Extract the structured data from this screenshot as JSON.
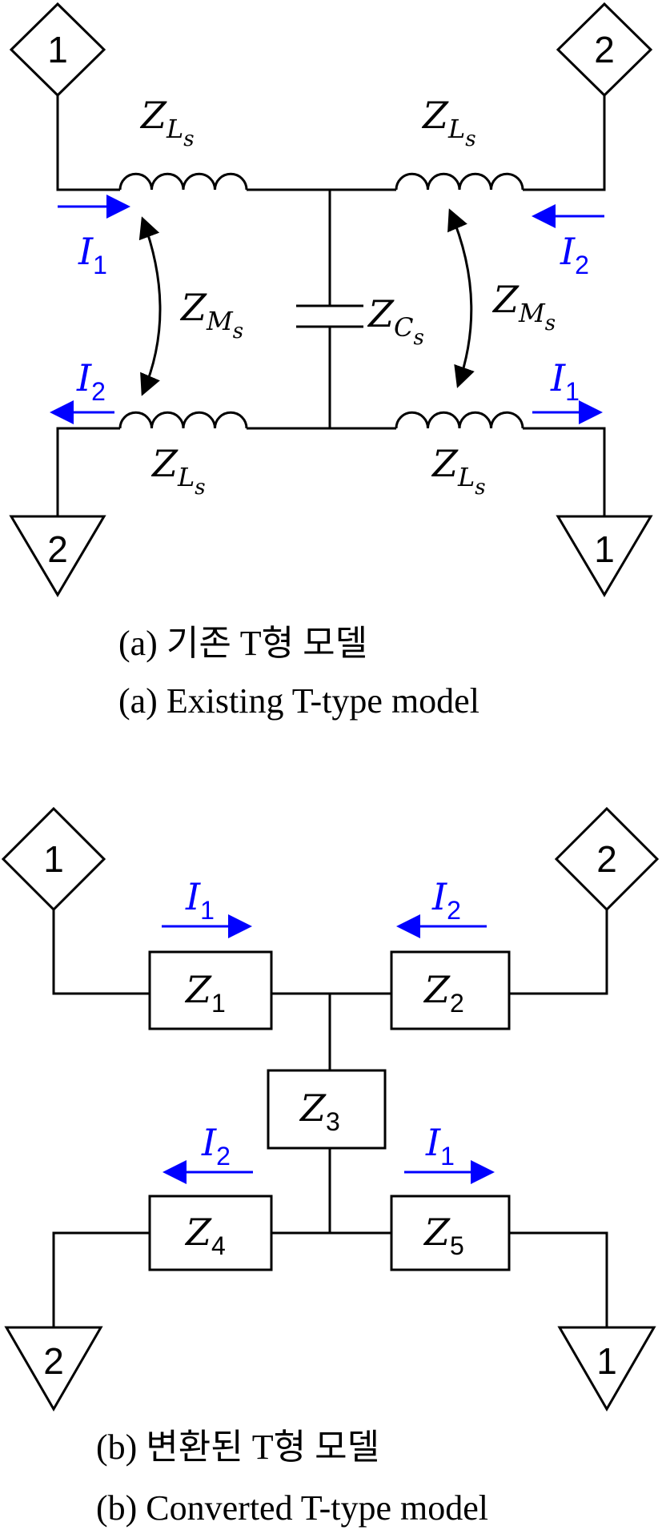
{
  "captions": {
    "a_korean": "(a) 기존 T형 모델",
    "a_english": "(a) Existing T-type model",
    "b_korean": "(b) 변환된 T형 모델",
    "b_english": "(b) Converted T-type model"
  },
  "symbols": {
    "Z": "Z",
    "I": "I",
    "L": "L",
    "M": "M",
    "C": "C",
    "s": "s"
  },
  "ports": {
    "one": "1",
    "two": "2"
  },
  "indices": {
    "n1": "1",
    "n2": "2",
    "n3": "3",
    "n4": "4",
    "n5": "5"
  },
  "colors": {
    "current": "#0000ff",
    "wire": "#000000"
  }
}
